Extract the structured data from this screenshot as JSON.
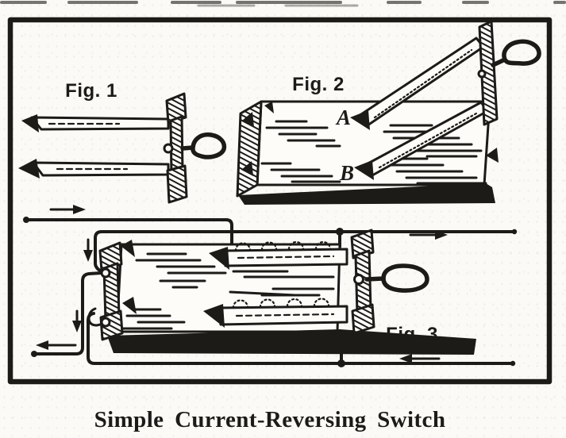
{
  "colors": {
    "ink": "#1d1b18",
    "paper": "#fbfaf6"
  },
  "caption": {
    "text": "Simple Current-Reversing Switch"
  },
  "figure_labels": {
    "fig1": "Fig. 1",
    "fig2": "Fig. 2",
    "fig3": "Fig. 3"
  },
  "contact_labels": {
    "a": "A",
    "b": "B"
  }
}
